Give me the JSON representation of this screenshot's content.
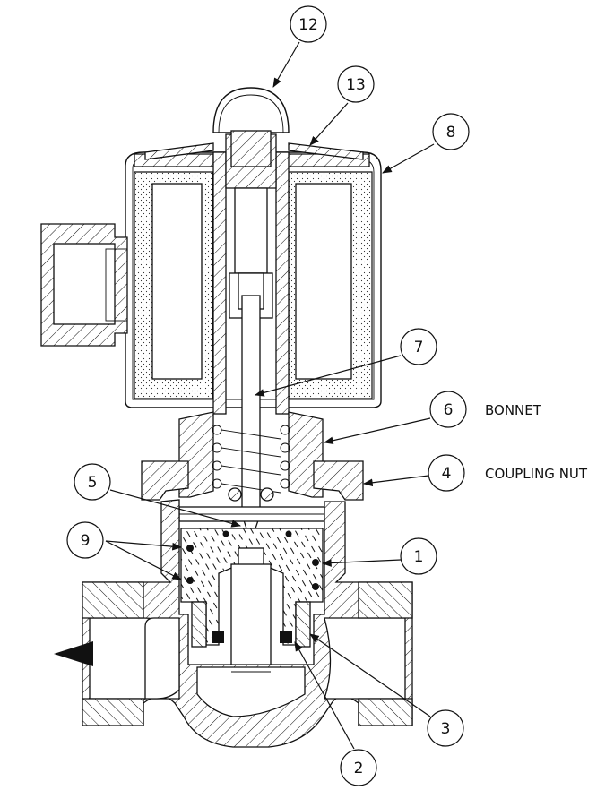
{
  "callouts": [
    {
      "id": "12",
      "label": "12"
    },
    {
      "id": "13",
      "label": "13"
    },
    {
      "id": "8",
      "label": "8"
    },
    {
      "id": "7",
      "label": "7"
    },
    {
      "id": "6",
      "label": "6"
    },
    {
      "id": "4",
      "label": "4"
    },
    {
      "id": "5",
      "label": "5"
    },
    {
      "id": "9",
      "label": "9"
    },
    {
      "id": "1",
      "label": "1"
    },
    {
      "id": "3",
      "label": "3"
    },
    {
      "id": "2",
      "label": "2"
    }
  ],
  "labels": {
    "bonnet": "BONNET",
    "coupling_nut": "COUPLING NUT"
  },
  "colors": {
    "line": "#111111",
    "background": "#ffffff"
  }
}
